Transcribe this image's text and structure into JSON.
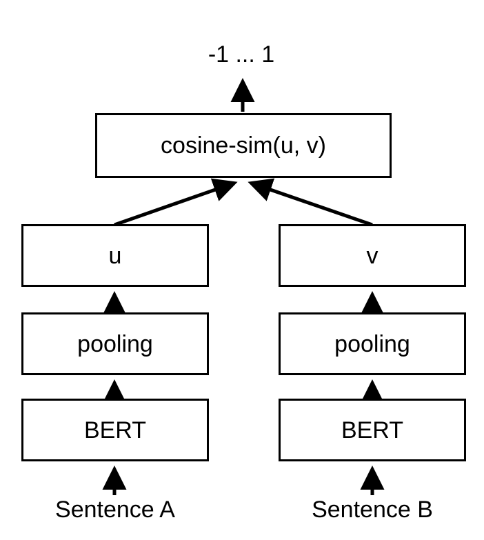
{
  "figure": {
    "title": "SBERT cosine-similarity inference architecture",
    "background_color": "#ffffff",
    "line_color": "#000000",
    "text_color": "#000000"
  },
  "output": {
    "label": "-1 ... 1"
  },
  "nodes": {
    "cosine": {
      "label": "cosine-sim(u, v)"
    },
    "u": {
      "label": "u"
    },
    "v": {
      "label": "v"
    },
    "pooling_a": {
      "label": "pooling"
    },
    "pooling_b": {
      "label": "pooling"
    },
    "bert_a": {
      "label": "BERT"
    },
    "bert_b": {
      "label": "BERT"
    }
  },
  "inputs": {
    "sentence_a": {
      "label": "Sentence A"
    },
    "sentence_b": {
      "label": "Sentence B"
    }
  },
  "edges": [
    {
      "name": "sentence-a-to-bert-a",
      "from": "Sentence A",
      "to": "BERT",
      "style": "arrow-up"
    },
    {
      "name": "bert-a-to-pooling-a",
      "from": "BERT",
      "to": "pooling",
      "style": "arrow-up"
    },
    {
      "name": "pooling-a-to-u",
      "from": "pooling",
      "to": "u",
      "style": "arrow-up"
    },
    {
      "name": "u-to-cosine",
      "from": "u",
      "to": "cosine-sim(u, v)",
      "style": "arrow-diagonal"
    },
    {
      "name": "sentence-b-to-bert-b",
      "from": "Sentence B",
      "to": "BERT",
      "style": "arrow-up"
    },
    {
      "name": "bert-b-to-pooling-b",
      "from": "BERT",
      "to": "pooling",
      "style": "arrow-up"
    },
    {
      "name": "pooling-b-to-v",
      "from": "pooling",
      "to": "v",
      "style": "arrow-up"
    },
    {
      "name": "v-to-cosine",
      "from": "v",
      "to": "cosine-sim(u, v)",
      "style": "arrow-diagonal"
    },
    {
      "name": "cosine-to-output",
      "from": "cosine-sim(u, v)",
      "to": "-1 ... 1",
      "style": "arrow-up"
    }
  ]
}
